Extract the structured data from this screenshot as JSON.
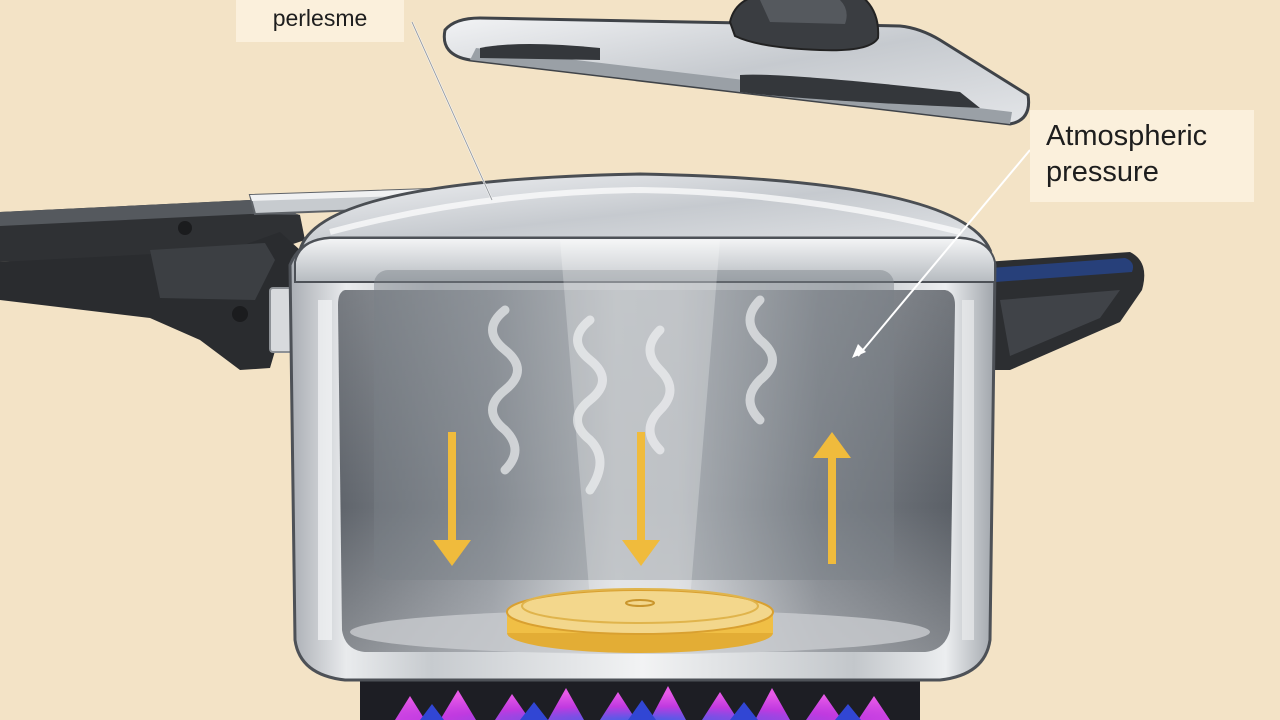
{
  "labels": {
    "top": "perlesme",
    "right_line1": "Atmospheric",
    "right_line2": "pressure"
  },
  "colors": {
    "background": "#f3e3c6",
    "label_background": "#fbf0dc",
    "arrow": "#f0bb3c",
    "steel_light": "#e8eaec",
    "steel_dark": "#6d7278",
    "handle": "#2f3134",
    "flame_magenta": "#d63be0",
    "flame_blue": "#3650d8"
  },
  "arrows": [
    {
      "direction": "down"
    },
    {
      "direction": "down"
    },
    {
      "direction": "up"
    }
  ],
  "icons": [
    "pressure-cooker",
    "lid",
    "steam",
    "heat-disc",
    "flame",
    "pressure-arrow"
  ]
}
